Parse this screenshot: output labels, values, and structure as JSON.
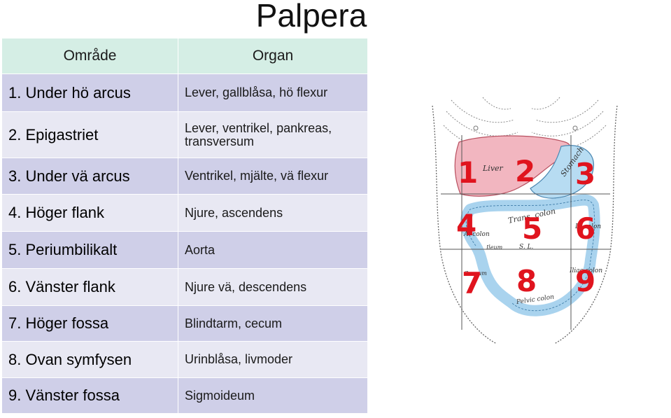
{
  "title": "Palpera",
  "table": {
    "headers": [
      "Område",
      "Organ"
    ],
    "rows": [
      {
        "area": "1. Under hö arcus",
        "organ": "Lever, gallblåsa, hö flexur"
      },
      {
        "area": "2. Epigastriet",
        "organ": "Lever, ventrikel, pankreas, transversum"
      },
      {
        "area": "3. Under vä arcus",
        "organ": "Ventrikel, mjälte, vä flexur"
      },
      {
        "area": "4. Höger flank",
        "organ": "Njure, ascendens"
      },
      {
        "area": "5. Periumbilikalt",
        "organ": "Aorta"
      },
      {
        "area": "6. Vänster flank",
        "organ": "Njure vä, descendens"
      },
      {
        "area": "7. Höger fossa",
        "organ": "Blindtarm, cecum"
      },
      {
        "area": "8. Ovan symfysen",
        "organ": "Urinblåsa, livmoder"
      },
      {
        "area": "9. Vänster fossa",
        "organ": "Sigmoideum"
      }
    ]
  },
  "figure": {
    "region_numbers": [
      "1",
      "2",
      "3",
      "4",
      "5",
      "6",
      "7",
      "8",
      "9"
    ],
    "labels": {
      "liver": "Liver",
      "stomach": "Stomach",
      "transverse_colon": "Trans. colon",
      "asc_colon": "A. colon",
      "desc_colon": "D. colon",
      "ileum": "Ileum",
      "caecum": "Caecum",
      "iliac_colon": "Iliac colon",
      "pelvic_colon": "Pelvic colon",
      "region_s": "S. L."
    },
    "colors": {
      "liver": "#f2b6c0",
      "colon": "#a9d3ee",
      "numbers": "#e0141e",
      "lines": "#555555"
    }
  }
}
